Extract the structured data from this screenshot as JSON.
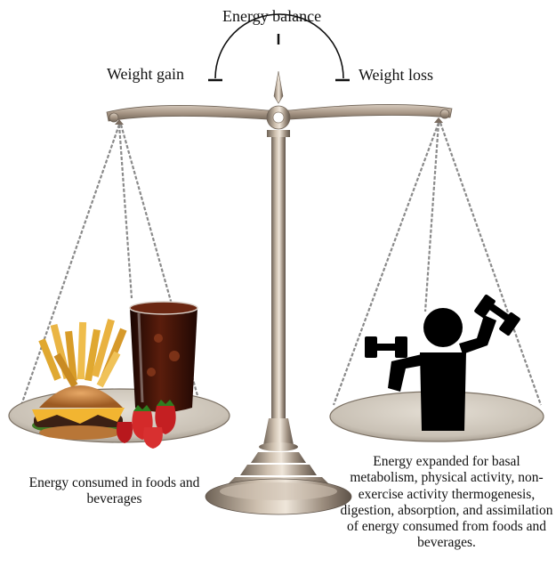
{
  "diagram": {
    "title": "Energy balance",
    "left_side_label": "Weight gain",
    "right_side_label": "Weight loss",
    "left_pan_caption": "Energy consumed in foods and beverages",
    "right_pan_caption": "Energy expanded for basal metabolism, physical activity, non-exercise activity thermogenesis, digestion, absorption, and assimilation of energy consumed from foods and beverages."
  },
  "icons": {
    "left_pan_items": [
      "french-fries-icon",
      "cola-glass-icon",
      "burger-icon",
      "strawberry-icon"
    ],
    "right_pan_items": [
      "person-lifting-dumbbells-icon"
    ]
  },
  "colors": {
    "metal": "#a89786",
    "metal_dark": "#6e6256",
    "chain": "#8c8c8c",
    "pan_fill": "#cfc8bd",
    "cola": "#3a1208",
    "fries": "#e0a830",
    "strawberry": "#d42a2a",
    "silhouette": "#000000"
  }
}
